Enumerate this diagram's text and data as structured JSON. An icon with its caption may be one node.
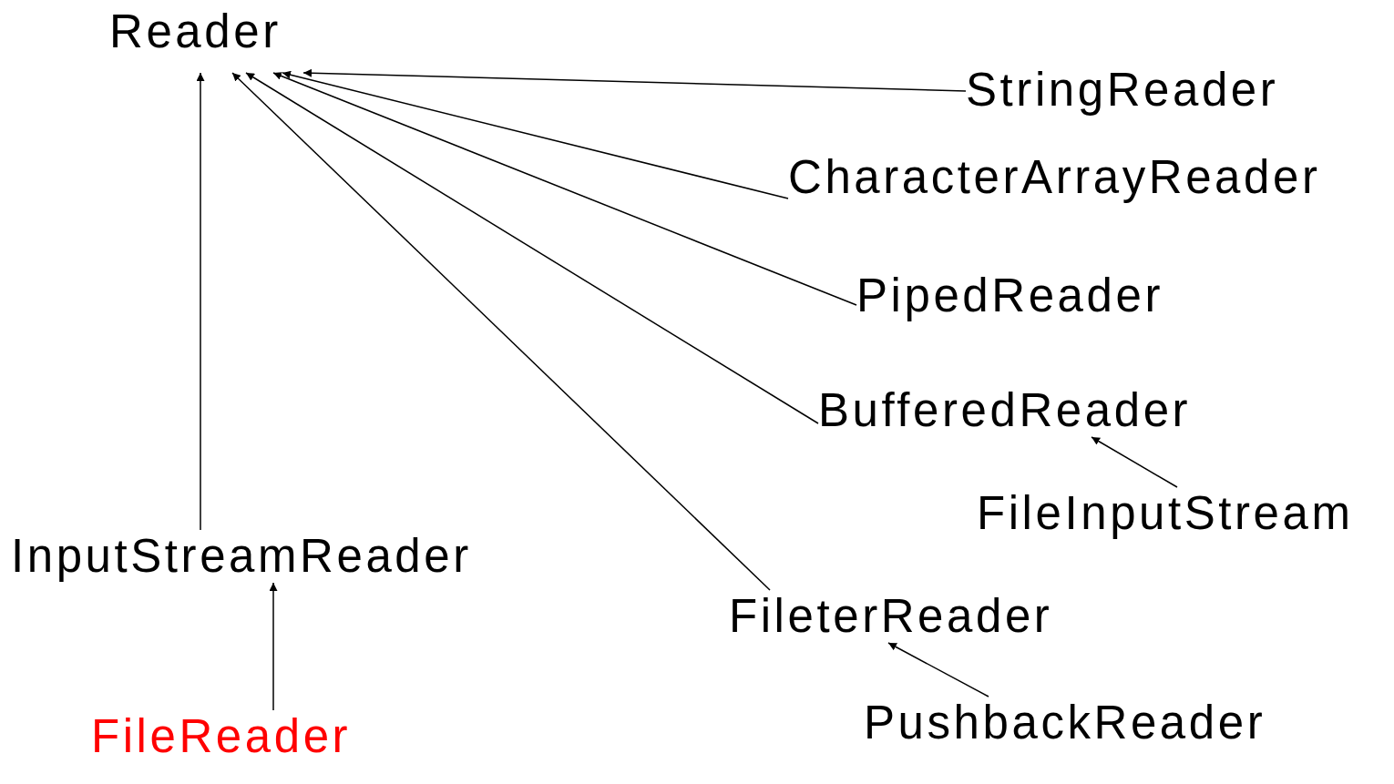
{
  "diagram": {
    "nodes": [
      {
        "text": [
          "Reader"
        ]
      },
      {
        "text": [
          "StringReader"
        ]
      },
      {
        "text": [
          "CharacterArrayReader"
        ]
      },
      {
        "text": [
          "PipedReader"
        ]
      },
      {
        "text": [
          "BufferedReader"
        ]
      },
      {
        "text": [
          "FileInputStream"
        ]
      },
      {
        "text": [
          "InputStreamReader"
        ]
      },
      {
        "text": [
          "FileterReader"
        ]
      },
      {
        "text": [
          "FileReader"
        ]
      },
      {
        "text": [
          "PushbackReader"
        ]
      }
    ],
    "edges": [
      {
        "from": 1,
        "to": 0,
        "arrow": "to"
      },
      {
        "from": 2,
        "to": 0,
        "arrow": "to"
      },
      {
        "from": 3,
        "to": 0,
        "arrow": "to"
      },
      {
        "from": 4,
        "to": 0,
        "arrow": "to"
      },
      {
        "from": 7,
        "to": 0,
        "arrow": "to"
      },
      {
        "from": 6,
        "to": 0,
        "arrow": "to"
      },
      {
        "from": 5,
        "to": 4,
        "arrow": "to"
      },
      {
        "from": 8,
        "to": 6,
        "arrow": "to"
      },
      {
        "from": 9,
        "to": 7,
        "arrow": "to"
      }
    ]
  }
}
